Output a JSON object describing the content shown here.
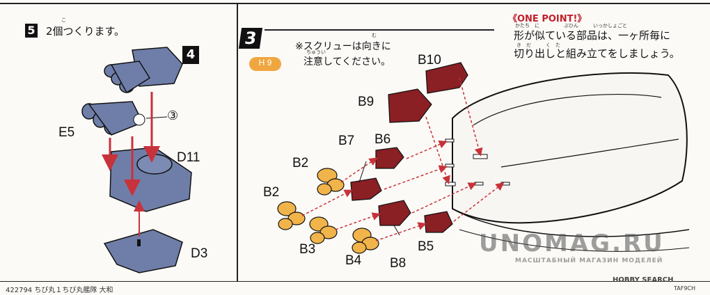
{
  "step5": {
    "number": "5",
    "text": "2個つくります。",
    "ruby": "こ",
    "sub_step_number": "4",
    "circle_ref": "③",
    "labels": {
      "e5": "E5",
      "d11": "D11",
      "d3": "D3"
    }
  },
  "step3": {
    "number": "3",
    "note_line1": "※スクリューは向きに",
    "note_line2": "注意してください。",
    "ruby_muki": "む",
    "ruby_chui": "ちゅうい",
    "tag": "H 9",
    "labels": {
      "b10": "B10",
      "b9": "B9",
      "b7": "B7",
      "b6": "B6",
      "b2a": "B2",
      "b2b": "B2",
      "b3": "B3",
      "b4": "B4",
      "b8": "B8",
      "b5": "B5"
    }
  },
  "one_point": {
    "title": "《ONE POINT!》",
    "line1": "形が似ている部品は、一ヶ所毎に",
    "line2": "切り出しと組み立てをしましょう。",
    "ruby1": "かたち　に　　　　　ぶひん　　　いっかしょごと",
    "ruby2": "き　だ　　　く　た"
  },
  "footer": {
    "product": "422794 ちび丸１ちび丸艦隊 大和",
    "code": "TAF9CH"
  },
  "watermarks": {
    "unomag": "UNOMAG.RU",
    "unomag_sub": "МАСШТАБНЫЙ МАГАЗИН МОДЕЛЕЙ",
    "hobby_search": "HOBBY SEARCH"
  },
  "colors": {
    "gray_part": "#6f7ea8",
    "red_part": "#8a1f24",
    "orange_part": "#f1b44a",
    "arrow": "#c8323a",
    "tag": "#f0a640"
  }
}
